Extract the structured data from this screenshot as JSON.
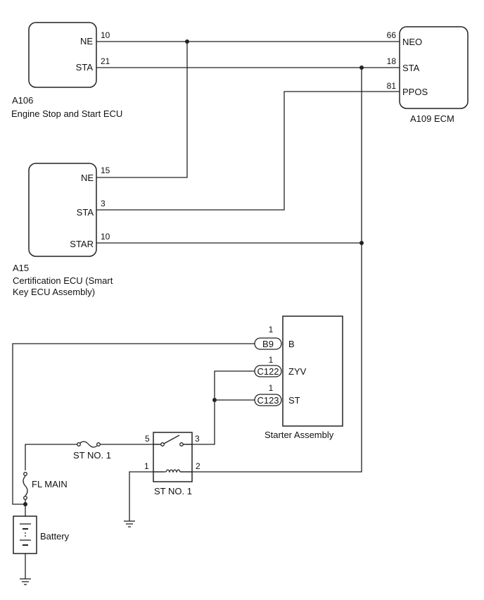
{
  "colors": {
    "line": "#222222",
    "background": "#ffffff"
  },
  "components": {
    "a106": {
      "code": "A106",
      "name": "Engine Stop and Start ECU",
      "t_ne": "NE",
      "t_sta": "STA",
      "p_ne": "10",
      "p_sta": "21"
    },
    "a109": {
      "name": "A109  ECM",
      "t_neo": "NEO",
      "t_sta": "STA",
      "t_ppos": "PPOS",
      "p_neo": "66",
      "p_sta": "18",
      "p_ppos": "81"
    },
    "a15": {
      "code": "A15",
      "name_line1": "Certification ECU (Smart",
      "name_line2": "Key ECU Assembly)",
      "t_ne": "NE",
      "t_sta": "STA",
      "t_star": "STAR",
      "p_ne": "15",
      "p_sta": "3",
      "p_star": "10"
    },
    "starter": {
      "name": "Starter Assembly",
      "t_b": "B",
      "t_zyv": "ZYV",
      "t_st": "ST",
      "c_b9": "B9",
      "c_c122": "C122",
      "c_c123": "C123",
      "p_b": "1",
      "p_zyv": "1",
      "p_st": "1"
    },
    "relay": {
      "name": "ST NO. 1",
      "p5": "5",
      "p3": "3",
      "p1": "1",
      "p2": "2"
    },
    "fuse_st": {
      "name": "ST NO. 1"
    },
    "fuse_fl": {
      "name": "FL MAIN"
    },
    "battery": {
      "name": "Battery"
    }
  }
}
